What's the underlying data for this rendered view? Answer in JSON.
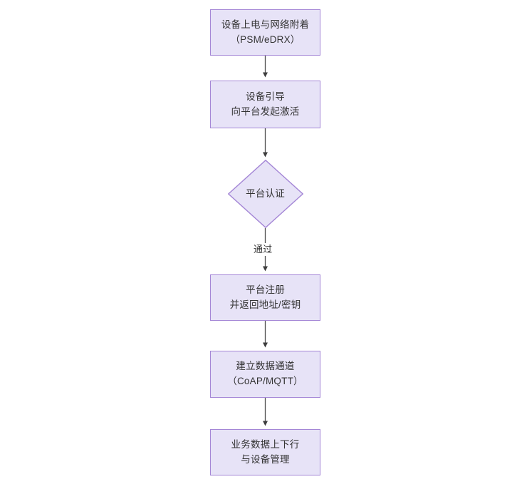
{
  "diagram": {
    "type": "flowchart",
    "orientation": "top-to-bottom",
    "background_color": "#ffffff",
    "node_fill_color": "#e7e3f7",
    "node_border_color": "#a486d6",
    "node_text_color": "#333333",
    "connector_color": "#4d4d4d",
    "nodes": [
      {
        "id": "n1",
        "shape": "rectangle",
        "lines": [
          "设备上电与网络附着",
          "（PSM/eDRX）"
        ]
      },
      {
        "id": "n2",
        "shape": "rectangle",
        "lines": [
          "设备引导",
          "向平台发起激活"
        ]
      },
      {
        "id": "n3",
        "shape": "diamond",
        "lines": [
          "平台认证"
        ]
      },
      {
        "id": "n4",
        "shape": "rectangle",
        "lines": [
          "平台注册",
          "并返回地址/密钥"
        ]
      },
      {
        "id": "n5",
        "shape": "rectangle",
        "lines": [
          "建立数据通道",
          "（CoAP/MQTT）"
        ]
      },
      {
        "id": "n6",
        "shape": "rectangle",
        "lines": [
          "业务数据上下行",
          "与设备管理"
        ]
      }
    ],
    "edges": [
      {
        "from": "n1",
        "to": "n2",
        "label": ""
      },
      {
        "from": "n2",
        "to": "n3",
        "label": ""
      },
      {
        "from": "n3",
        "to": "n4",
        "label": "通过"
      },
      {
        "from": "n4",
        "to": "n5",
        "label": ""
      },
      {
        "from": "n5",
        "to": "n6",
        "label": ""
      }
    ]
  }
}
